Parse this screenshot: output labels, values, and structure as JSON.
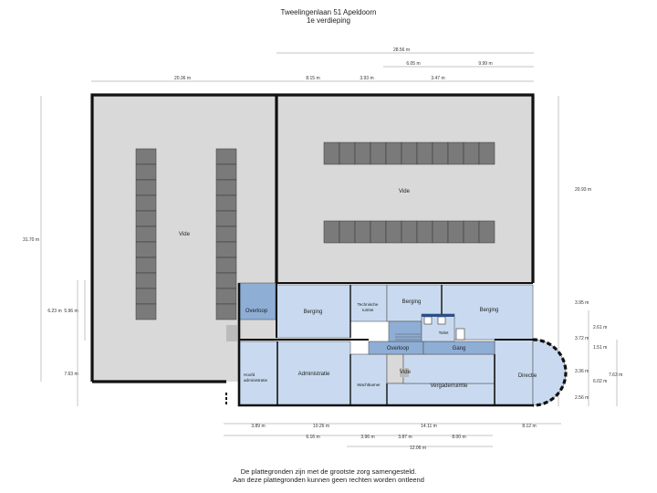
{
  "header": {
    "address": "Tweelingenlaan 51 Apeldoorn",
    "floor": "1e verdieping"
  },
  "footer": {
    "line1": "De plattegronden zijn met de grootste zorg samengesteld.",
    "line2": "Aan deze plattegronden kunnen geen rechten worden ontleend"
  },
  "rooms": {
    "vide_left": "Vide",
    "vide_right": "Vide",
    "vide_small": "Vide",
    "overloop_left": "Overloop",
    "overloop_center": "Overloop",
    "berging_1": "Berging",
    "technische_1": "Technische",
    "technische_2": "ruimte",
    "berging_2": "Berging",
    "berging_3": "Berging",
    "gang": "Gang",
    "toilet": "Toilet",
    "hoofd_1": "Hoofd",
    "hoofd_2": "administratie",
    "administratie": "Administratie",
    "wachtkamer": "Wachtkamer",
    "vergaderruimte": "Vergaderruimte",
    "directie": "Directie"
  },
  "dimensions": {
    "top_total": "28.56 m",
    "top_a": "6.05 m",
    "top_b": "9.99 m",
    "top_c": "20.36 m",
    "top_d": "8.15 m",
    "top_e": "3.93 m",
    "top_f": "3.47 m",
    "left_total": "31.70 m",
    "left_a": "6.23 m",
    "left_b": "5.96 m",
    "left_c": "7.63 m",
    "right_a": "20.93 m",
    "right_b": "3.95 m",
    "right_c": "2.61 m",
    "right_d": "3.72 m",
    "right_e": "1.51 m",
    "right_f": "3.36 m",
    "right_g": "6.02 m",
    "right_h": "7.63 m",
    "right_i": "2.56 m",
    "bottom_a": "3.89 m",
    "bottom_b": "10.26 m",
    "bottom_c": "14.11 m",
    "bottom_d": "8.12 m",
    "bottom_e": "6.16 m",
    "bottom_f": "3.96 m",
    "bottom_g": "3.87 m",
    "bottom_h": "8.00 m",
    "bottom_total": "12.06 m"
  },
  "colors": {
    "vide_fill": "#d9d9d9",
    "room_fill": "#c9daf0",
    "overloop_fill": "#8eaed6",
    "wall": "#111111",
    "block_fill": "#7a7a7a"
  }
}
